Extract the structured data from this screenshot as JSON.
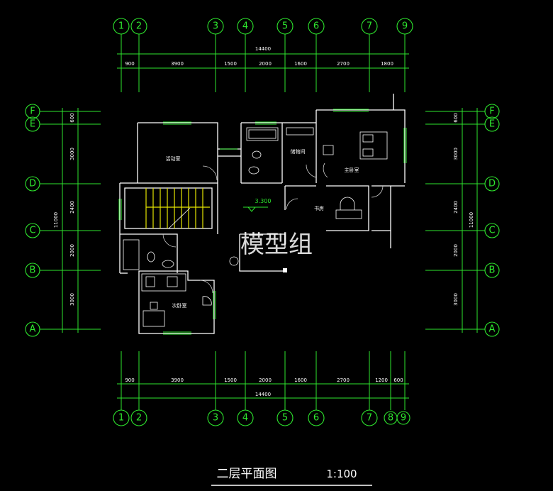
{
  "axes_top": [
    "1",
    "2",
    "3",
    "4",
    "5",
    "6",
    "7",
    "9"
  ],
  "axes_bottom": [
    "1",
    "2",
    "3",
    "4",
    "5",
    "6",
    "7",
    "8",
    "9"
  ],
  "axes_side": [
    "F",
    "E",
    "D",
    "C",
    "B",
    "A"
  ],
  "dims_top": [
    "900",
    "3900",
    "1500",
    "2000",
    "1600",
    "2700",
    "1800"
  ],
  "dims_bottom": [
    "900",
    "3900",
    "1500",
    "2000",
    "1600",
    "2700",
    "1200",
    "600"
  ],
  "total_width": "14400",
  "dims_side": [
    "600",
    "3000",
    "2400",
    "2000",
    "3000"
  ],
  "total_depth": "11000",
  "rooms": {
    "activity": "活动室",
    "storage": "储物间",
    "master": "主卧室",
    "study": "书房",
    "secondary": "次卧室"
  },
  "elevation": "3.300",
  "watermark": "模型组",
  "title": "二层平面图",
  "scale": "1:100",
  "colors": {
    "grid": "#2ee62e",
    "wall": "#ffffff",
    "stair": "#e6e600",
    "background": "#000000"
  }
}
